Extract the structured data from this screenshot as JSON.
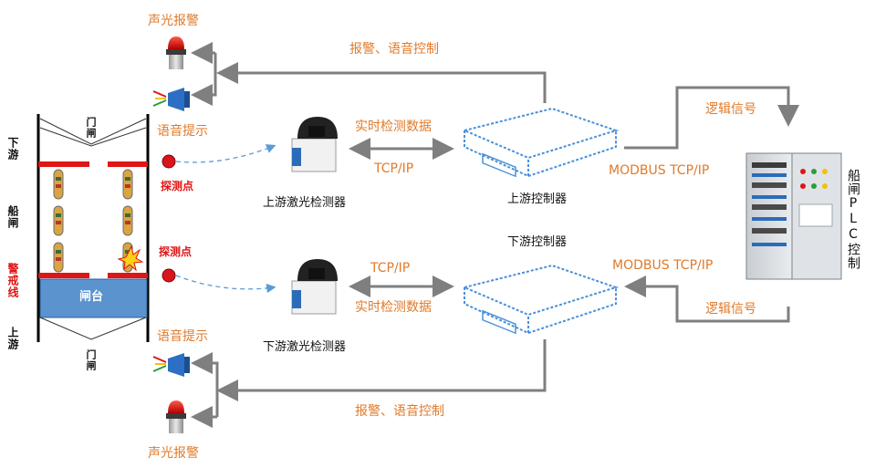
{
  "alarm_top": "声光报警",
  "voice_top": "语音提示",
  "alarm_bottom": "声光报警",
  "voice_bottom": "语音提示",
  "arrow_alarm_voice_top": "报警、语音控制",
  "arrow_alarm_voice_bottom": "报警、语音控制",
  "realtime_top": "实时检测数据",
  "realtime_bottom": "实时检测数据",
  "tcpip_top": "TCP/IP",
  "tcpip_bottom": "TCP/IP",
  "modbus_top": "MODBUS TCP/IP",
  "modbus_bottom": "MODBUS TCP/IP",
  "logic_top": "逻辑信号",
  "logic_bottom": "逻辑信号",
  "up_detector": "上游激光检测器",
  "down_detector": "下游激光检测器",
  "up_controller": "上游控制器",
  "down_controller": "下游控制器",
  "plc_label": "船闸PLC控制",
  "probe_top": "探测点",
  "probe_bottom": "探测点",
  "lock_gate_top": "门闸",
  "lock_gate_bottom": "门闸",
  "side_downstream": "下游",
  "side_lock": "船闸",
  "side_warning": "警戒线",
  "side_upstream": "上游",
  "lock_platform": "闸台",
  "colors": {
    "accent_orange": "#e07a2a",
    "arrow_gray": "#7f7f7f",
    "red_line": "#e01515",
    "platform_blue": "#5b93cf",
    "device_outline": "#4a90d9"
  },
  "icons": [
    "alarm-light-icon",
    "loudspeaker-icon",
    "laser-detector-icon",
    "controller-icon",
    "plc-cabinet-icon",
    "ship-icon",
    "probe-point-icon"
  ]
}
